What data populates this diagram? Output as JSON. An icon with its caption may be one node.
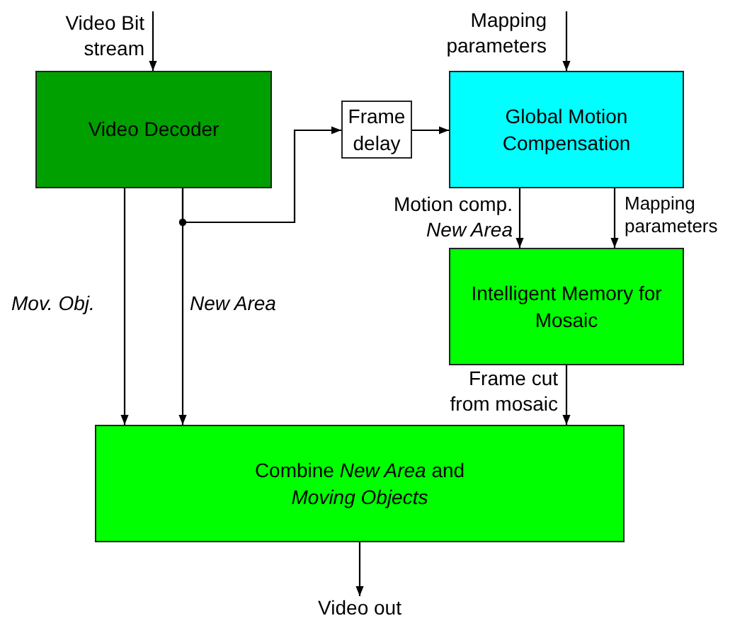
{
  "diagram": {
    "nodes": [
      {
        "text": [
          "Video Decoder"
        ]
      },
      {
        "text": [
          "Frame delay"
        ]
      },
      {
        "text": [
          "Global Motion Compensation"
        ]
      },
      {
        "text": [
          "Intelligent Memory for Mosaic"
        ]
      },
      {
        "text": [
          "Combine *New Area* and *Moving Objects*"
        ]
      }
    ],
    "edges": [
      {
        "from": null,
        "to": 0,
        "arrow": "to",
        "label": "Video Bit stream"
      },
      {
        "from": null,
        "to": 2,
        "arrow": "to",
        "label": "Mapping parameters"
      },
      {
        "from": 0,
        "to": 1,
        "arrow": "to"
      },
      {
        "from": 1,
        "to": 2,
        "arrow": "to"
      },
      {
        "from": 2,
        "to": 3,
        "arrow": "to",
        "label": "Motion comp. *New Area*"
      },
      {
        "from": 2,
        "to": 3,
        "arrow": "to",
        "label": "Mapping parameters"
      },
      {
        "from": 0,
        "to": 4,
        "arrow": "to",
        "label": "Mov. Obj."
      },
      {
        "from": 0,
        "to": 4,
        "arrow": "to",
        "label": "New Area"
      },
      {
        "from": 3,
        "to": 4,
        "arrow": "to",
        "label": "Frame cut from mosaic"
      },
      {
        "from": 4,
        "to": null,
        "arrow": "to",
        "label": "Video out"
      }
    ]
  }
}
